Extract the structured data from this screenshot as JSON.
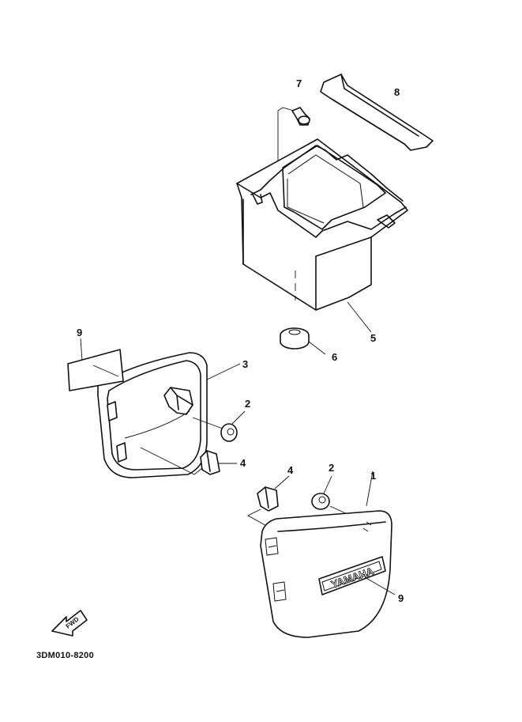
{
  "diagram_code": "3DM010-8200",
  "fwd_text": "FWD",
  "logo_text": "YAMAHA",
  "callouts": [
    {
      "id": "c7",
      "text": "7"
    },
    {
      "id": "c8",
      "text": "8"
    },
    {
      "id": "c5",
      "text": "5"
    },
    {
      "id": "c6",
      "text": "6"
    },
    {
      "id": "c9a",
      "text": "9"
    },
    {
      "id": "c3",
      "text": "3"
    },
    {
      "id": "c2a",
      "text": "2"
    },
    {
      "id": "c4a",
      "text": "4"
    },
    {
      "id": "c4b",
      "text": "4"
    },
    {
      "id": "c2b",
      "text": "2"
    },
    {
      "id": "c1",
      "text": "1"
    },
    {
      "id": "c9b",
      "text": "9"
    }
  ]
}
